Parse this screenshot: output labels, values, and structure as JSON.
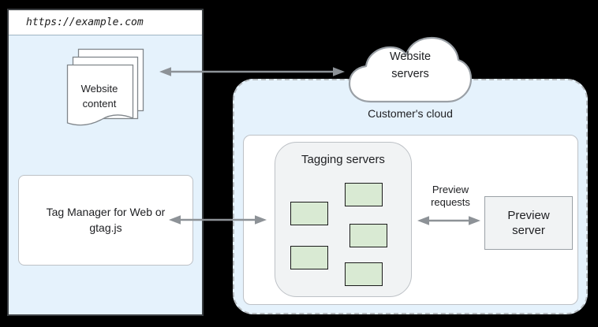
{
  "diagram": {
    "browser": {
      "url": "https://example.com",
      "website_content_label": "Website content",
      "tag_manager_label": "Tag Manager for Web or gtag.js"
    },
    "website_servers_label": "Website servers",
    "customer_cloud": {
      "label": "Customer's cloud",
      "tagging_servers": {
        "title": "Tagging servers",
        "server_count": 5
      },
      "preview_requests_label": "Preview requests",
      "preview_server_label": "Preview server"
    },
    "colors": {
      "canvas_background": "#000000",
      "panel_blue": "#e5f2fc",
      "panel_gray": "#f1f3f4",
      "server_green_fill": "#d9ead3",
      "server_green_border": "#1b1b1b",
      "border_gray": "#bdc1c6",
      "arrow_gray": "#8d9297",
      "browser_border": "#3c4043",
      "text": "#202124"
    }
  }
}
